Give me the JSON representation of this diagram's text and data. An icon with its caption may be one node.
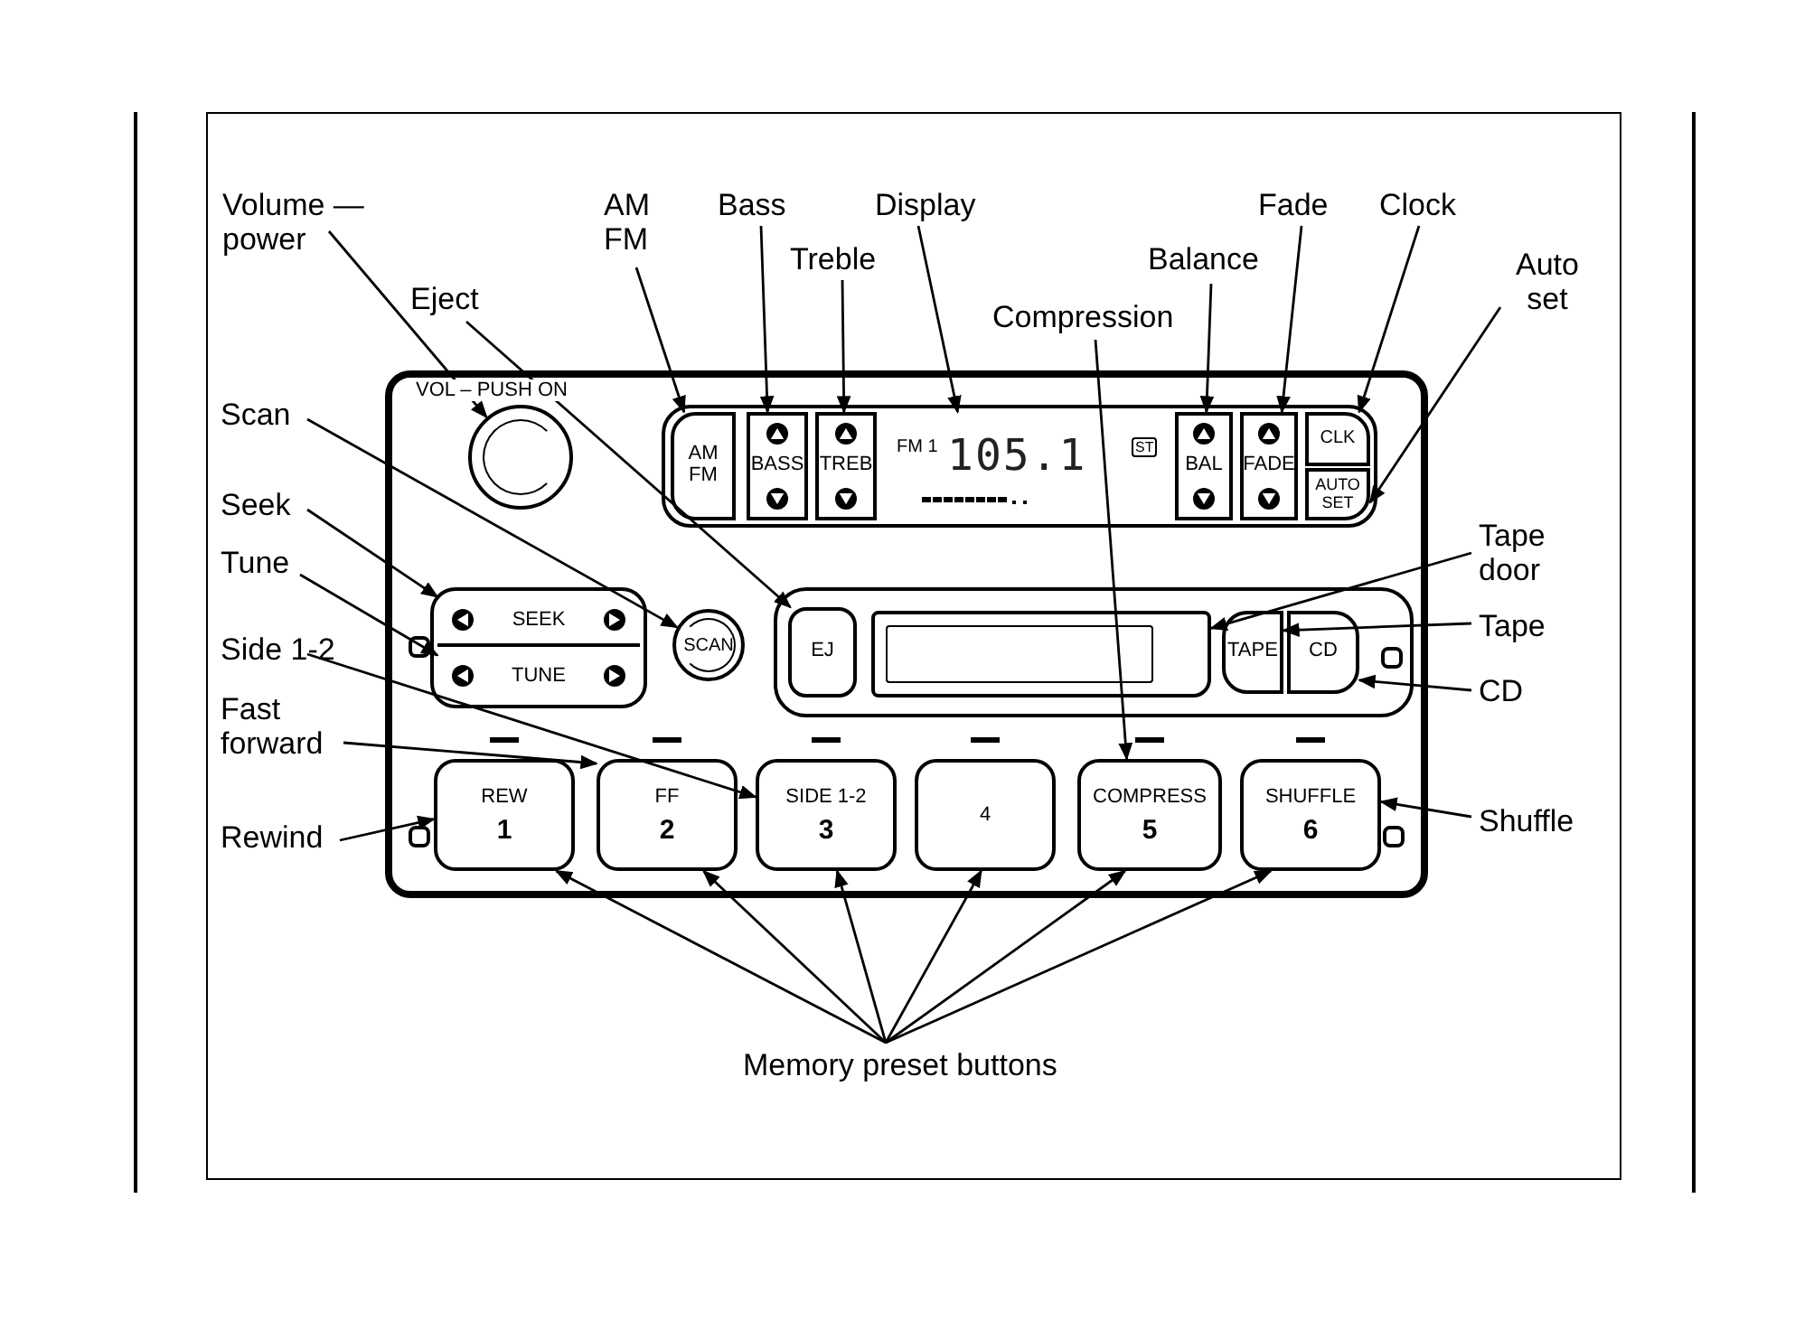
{
  "diagram": {
    "nodes": [
      {
        "text": [
          "Volume — power"
        ]
      },
      {
        "text": [
          "AM FM"
        ]
      },
      {
        "text": [
          "Bass"
        ]
      },
      {
        "text": [
          "Display"
        ]
      },
      {
        "text": [
          "Fade"
        ]
      },
      {
        "text": [
          "Clock"
        ]
      },
      {
        "text": [
          "Treble"
        ]
      },
      {
        "text": [
          "Balance"
        ]
      },
      {
        "text": [
          "Auto set"
        ]
      },
      {
        "text": [
          "Eject"
        ]
      },
      {
        "text": [
          "Compression"
        ]
      },
      {
        "text": [
          "Scan"
        ]
      },
      {
        "text": [],
        "shape": "box"
      },
      {
        "text": [],
        "shape": "circle",
        "in": 12
      },
      {
        "text": [
          "AM FM"
        ],
        "in": 12
      },
      {
        "text": [
          "BASS"
        ],
        "in": 12
      },
      {
        "text": [
          "TREB"
        ],
        "in": 12
      },
      {
        "text": [
          "FM 1",
          "105.1",
          "ST"
        ],
        "in": 12
      },
      {
        "text": [
          "BAL"
        ],
        "in": 12
      },
      {
        "text": [
          "FADE"
        ],
        "in": 12
      },
      {
        "text": [
          "CLK"
        ],
        "in": 12
      },
      {
        "text": [
          "AUTO SET"
        ],
        "in": 12
      },
      {
        "text": [
          "Seek"
        ]
      },
      {
        "text": [
          "Tune"
        ]
      },
      {
        "text": [
          "SEEK"
        ],
        "in": 12
      },
      {
        "text": [
          "TUNE"
        ],
        "in": 12
      },
      {
        "text": [
          "SCAN"
        ],
        "in": 12
      },
      {
        "text": [
          "EJ"
        ],
        "in": 12
      },
      {
        "text": [],
        "shape": "box",
        "in": 12
      },
      {
        "text": [
          "TAPE"
        ],
        "in": 12
      },
      {
        "text": [
          "CD"
        ],
        "in": 12
      },
      {
        "text": [
          "Tape door"
        ]
      },
      {
        "text": [
          "Tape"
        ]
      },
      {
        "text": [
          "CD"
        ]
      },
      {
        "text": [
          "Side 1-2"
        ]
      },
      {
        "text": [
          "Fast forward"
        ]
      },
      {
        "text": [
          "Rewind"
        ]
      },
      {
        "text": [
          "REW",
          "1"
        ],
        "in": 12
      },
      {
        "text": [
          "FF",
          "2"
        ],
        "in": 12
      },
      {
        "text": [
          "SIDE 1-2",
          "3"
        ],
        "in": 12
      },
      {
        "text": [
          "4"
        ],
        "in": 12
      },
      {
        "text": [
          "COMPRESS",
          "5"
        ],
        "in": 12
      },
      {
        "text": [
          "SHUFFLE",
          "6"
        ],
        "in": 12
      },
      {
        "text": [
          "Shuffle"
        ]
      },
      {
        "text": [
          "Memory preset buttons"
        ]
      }
    ],
    "edges": [
      {
        "from": 0,
        "to": 13,
        "arrow": "to"
      },
      {
        "from": 1,
        "to": 14,
        "arrow": "to"
      },
      {
        "from": 2,
        "to": 15,
        "arrow": "to"
      },
      {
        "from": 3,
        "to": 17,
        "arrow": "to"
      },
      {
        "from": 4,
        "to": 19,
        "arrow": "to"
      },
      {
        "from": 5,
        "to": 20,
        "arrow": "to"
      },
      {
        "from": 6,
        "to": 16,
        "arrow": "to"
      },
      {
        "from": 7,
        "to": 18,
        "arrow": "to"
      },
      {
        "from": 8,
        "to": 21,
        "arrow": "to"
      },
      {
        "from": 9,
        "to": 27,
        "arrow": "to"
      },
      {
        "from": 10,
        "to": 41,
        "arrow": "to"
      },
      {
        "from": 11,
        "to": 26,
        "arrow": "to"
      },
      {
        "from": 22,
        "to": 24,
        "arrow": "to"
      },
      {
        "from": 23,
        "to": 25,
        "arrow": "to"
      },
      {
        "from": 34,
        "to": 39,
        "arrow": "to"
      },
      {
        "from": 35,
        "to": 38,
        "arrow": "to"
      },
      {
        "from": 36,
        "to": 37,
        "arrow": "to"
      },
      {
        "from": 31,
        "to": 28,
        "arrow": "to"
      },
      {
        "from": 32,
        "to": 29,
        "arrow": "to"
      },
      {
        "from": 33,
        "to": 30,
        "arrow": "to"
      },
      {
        "from": 43,
        "to": 42,
        "arrow": "to"
      },
      {
        "from": 44,
        "to": 37,
        "arrow": "to"
      },
      {
        "from": 44,
        "to": 38,
        "arrow": "to"
      },
      {
        "from": 44,
        "to": 39,
        "arrow": "to"
      },
      {
        "from": 44,
        "to": 40,
        "arrow": "to"
      },
      {
        "from": 44,
        "to": 41,
        "arrow": "to"
      },
      {
        "from": 44,
        "to": 42,
        "arrow": "to"
      }
    ],
    "labels": [
      "VOL – PUSH ON"
    ]
  }
}
